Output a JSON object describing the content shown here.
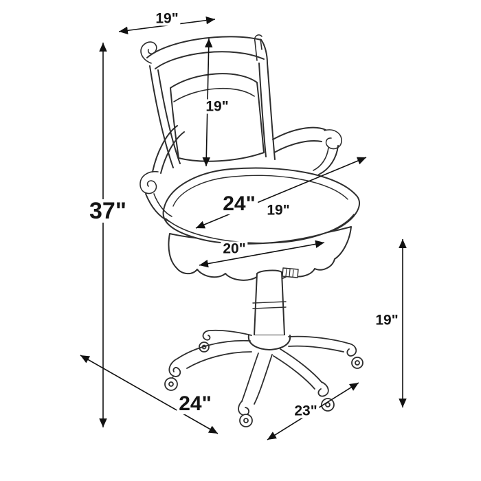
{
  "figure": {
    "subject": "swivel-arm-chair-with-casters",
    "line_color": "#2e2e2e",
    "arrow_color": "#111111",
    "background_color": "#ffffff"
  },
  "dimensions": {
    "top_width": "19\"",
    "back_height": "19\"",
    "overall_height": "37\"",
    "seat_diagonal_width": "24\"",
    "seat_depth": "19\"",
    "seat_front_width": "20\"",
    "seat_to_floor_height": "19\"",
    "base_width": "24\"",
    "base_diagonal": "23\""
  }
}
